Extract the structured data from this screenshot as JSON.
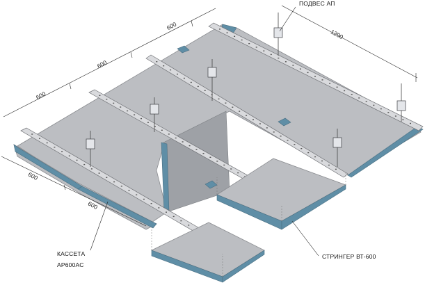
{
  "labels": {
    "suspension": "ПОДВЕС АП",
    "cassette_line1": "КАССЕТА",
    "cassette_line2": "АР600АС",
    "stringer": "СТРИНГЕР ВТ-600"
  },
  "dimensions": {
    "top_1": "600",
    "top_2": "600",
    "top_3": "600",
    "right_span": "1200",
    "left_1": "600",
    "left_2": "600"
  }
}
